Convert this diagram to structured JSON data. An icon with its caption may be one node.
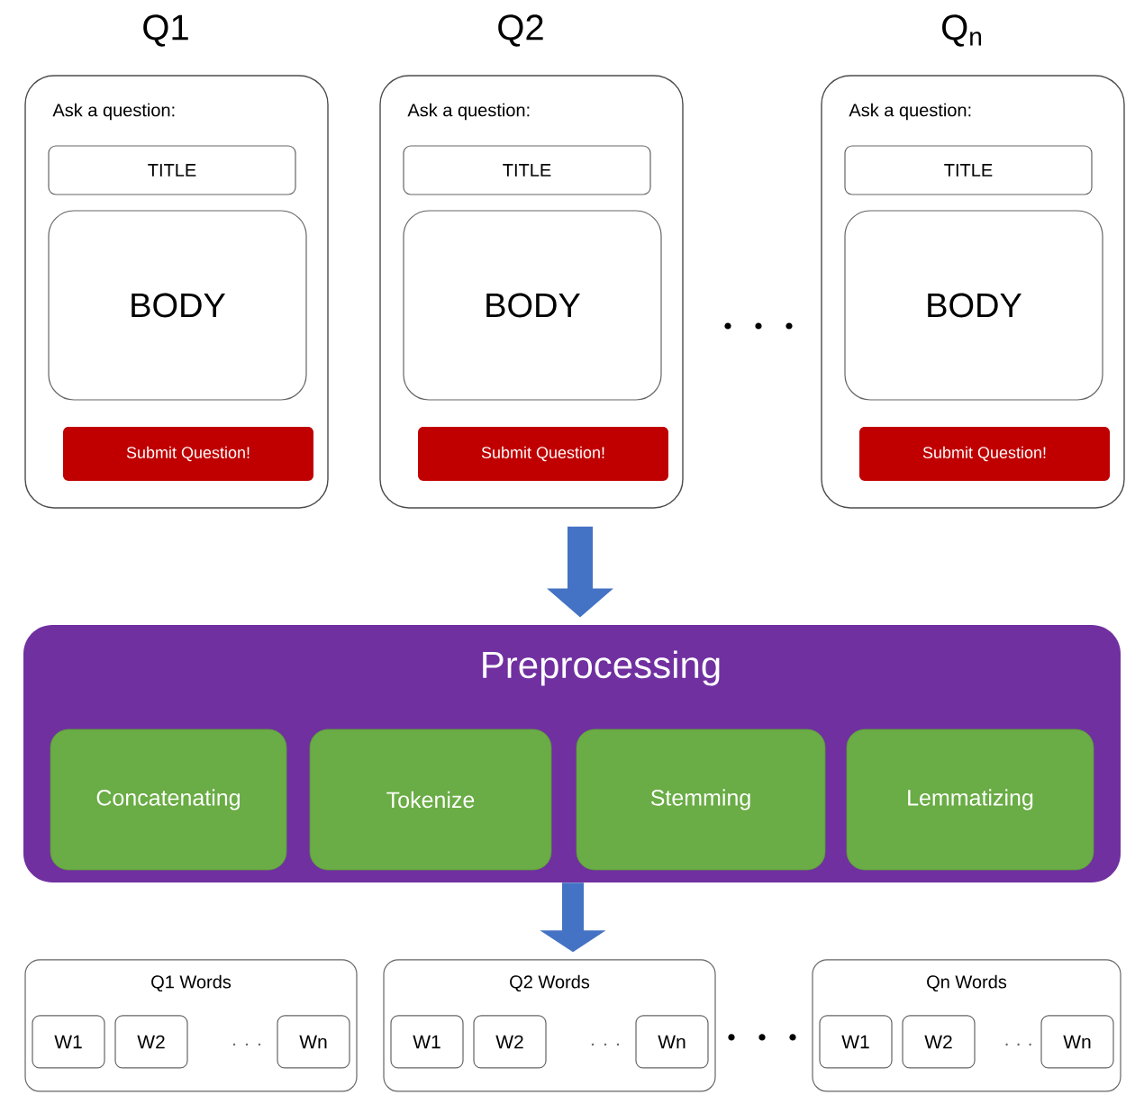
{
  "diagram": {
    "nodes": [
      {
        "text": [
          "Q1",
          "Ask a question:"
        ]
      },
      {
        "text": [
          "TITLE"
        ],
        "in": 0
      },
      {
        "text": [
          "BODY"
        ],
        "in": 0
      },
      {
        "text": [
          "Submit Question!"
        ],
        "in": 0
      },
      {
        "text": [
          "Q2",
          "Ask a question:"
        ]
      },
      {
        "text": [
          "TITLE"
        ],
        "in": 4
      },
      {
        "text": [
          "BODY"
        ],
        "in": 4
      },
      {
        "text": [
          "Submit Question!"
        ],
        "in": 4
      },
      {
        "text": [
          "Q$_{n}$",
          "Ask a question:"
        ]
      },
      {
        "text": [
          "TITLE"
        ],
        "in": 8
      },
      {
        "text": [
          "BODY"
        ],
        "in": 8
      },
      {
        "text": [
          "Submit Question!"
        ],
        "in": 8
      },
      {
        "text": [
          "Preprocessing"
        ]
      },
      {
        "text": [
          "Concatenating"
        ],
        "in": 12
      },
      {
        "text": [
          "Tokenize"
        ],
        "in": 12
      },
      {
        "text": [
          "Stemming"
        ],
        "in": 12
      },
      {
        "text": [
          "Lemmatizing"
        ],
        "in": 12
      },
      {
        "text": [
          "Q1 Words"
        ]
      },
      {
        "text": [
          "W1"
        ],
        "in": 17
      },
      {
        "text": [
          "W2"
        ],
        "in": 17
      },
      {
        "text": [
          "Wn"
        ],
        "in": 17
      },
      {
        "text": [
          "Q2 Words"
        ]
      },
      {
        "text": [
          "W1"
        ],
        "in": 21
      },
      {
        "text": [
          "W2"
        ],
        "in": 21
      },
      {
        "text": [
          "Wn"
        ],
        "in": 21
      },
      {
        "text": [
          "Qn Words"
        ]
      },
      {
        "text": [
          "W1"
        ],
        "in": 25
      },
      {
        "text": [
          "W2"
        ],
        "in": 25
      },
      {
        "text": [
          "Wn"
        ],
        "in": 25
      }
    ],
    "edges": [
      {
        "from": 4,
        "to": 12,
        "arrow": "to"
      },
      {
        "from": 12,
        "to": 21,
        "arrow": "to"
      }
    ]
  }
}
